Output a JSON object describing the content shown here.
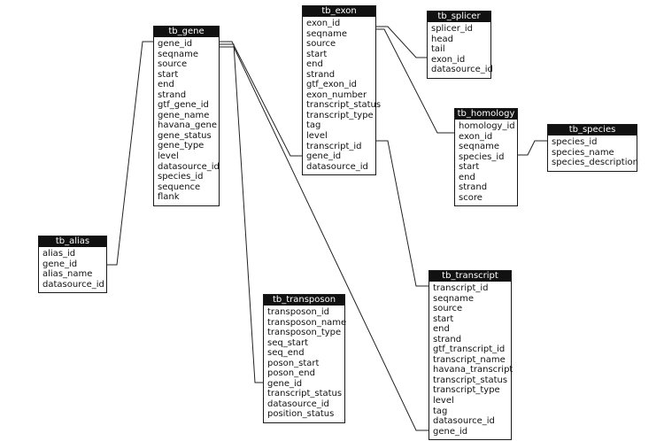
{
  "tables": [
    {
      "id": "gene",
      "title": "tb_gene",
      "fields": [
        "gene_id",
        "seqname",
        "source",
        "start",
        "end",
        "strand",
        "gtf_gene_id",
        "gene_name",
        "havana_gene",
        "gene_status",
        "gene_type",
        "level",
        "datasource_id",
        "species_id",
        "sequence",
        "flank"
      ]
    },
    {
      "id": "exon",
      "title": "tb_exon",
      "fields": [
        "exon_id",
        "seqname",
        "source",
        "start",
        "end",
        "strand",
        "gtf_exon_id",
        "exon_number",
        "transcript_status",
        "transcript_type",
        "tag",
        "level",
        "transcript_id",
        "gene_id",
        "datasource_id"
      ]
    },
    {
      "id": "splicer",
      "title": "tb_splicer",
      "fields": [
        "splicer_id",
        "head",
        "tail",
        "exon_id",
        "datasource_id"
      ]
    },
    {
      "id": "homology",
      "title": "tb_homology",
      "fields": [
        "homology_id",
        "exon_id",
        "seqname",
        "species_id",
        "start",
        "end",
        "strand",
        "score"
      ]
    },
    {
      "id": "species",
      "title": "tb_species",
      "fields": [
        "species_id",
        "species_name",
        "species_description"
      ]
    },
    {
      "id": "alias",
      "title": "tb_alias",
      "fields": [
        "alias_id",
        "gene_id",
        "alias_name",
        "datasource_id"
      ]
    },
    {
      "id": "transposon",
      "title": "tb_transposon",
      "fields": [
        "transposon_id",
        "transposon_name",
        "transposon_type",
        "seq_start",
        "seq_end",
        "poson_start",
        "poson_end",
        "gene_id",
        "transcript_status",
        "datasource_id",
        "position_status"
      ]
    },
    {
      "id": "transcript",
      "title": "tb_transcript",
      "fields": [
        "transcript_id",
        "seqname",
        "source",
        "start",
        "end",
        "strand",
        "gtf_transcript_id",
        "transcript_name",
        "havana_transcript",
        "transcript_status",
        "transcript_type",
        "level",
        "tag",
        "datasource_id",
        "gene_id"
      ]
    }
  ],
  "relationships": [
    {
      "from": "alias.gene_id",
      "to": "gene.gene_id"
    },
    {
      "from": "gene.gene_id",
      "to": "exon.gene_id"
    },
    {
      "from": "gene.gene_id",
      "to": "transposon.gene_id"
    },
    {
      "from": "gene.gene_id",
      "to": "transcript.gene_id"
    },
    {
      "from": "exon.exon_id",
      "to": "splicer.exon_id"
    },
    {
      "from": "exon.exon_id",
      "to": "homology.exon_id"
    },
    {
      "from": "homology.species_id",
      "to": "species.species_id"
    },
    {
      "from": "exon.transcript_id",
      "to": "transcript.transcript_id"
    }
  ],
  "colors": {
    "header_bg": "#111111",
    "header_text": "#ffffff",
    "line": "#222222",
    "border": "#1a1a1a"
  }
}
